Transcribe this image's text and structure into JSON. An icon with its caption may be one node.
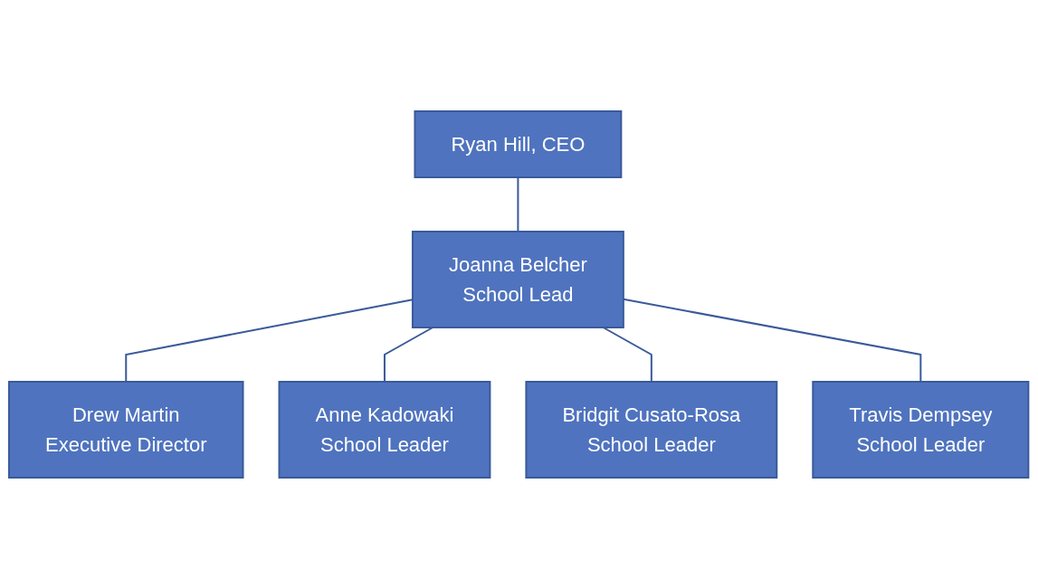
{
  "diagram": {
    "nodes": [
      {
        "text": [
          "Ryan Hill, CEO"
        ]
      },
      {
        "text": [
          "Joanna Belcher",
          "School Lead"
        ]
      },
      {
        "text": [
          "Drew Martin",
          "Executive Director"
        ]
      },
      {
        "text": [
          "Anne Kadowaki",
          "School Leader"
        ]
      },
      {
        "text": [
          "Bridgit Cusato-Rosa",
          "School Leader"
        ]
      },
      {
        "text": [
          "Travis Dempsey",
          "School Leader"
        ]
      }
    ],
    "edges": [
      {
        "from": 0,
        "to": 1,
        "arrow": "none"
      },
      {
        "from": 1,
        "to": 2,
        "arrow": "none"
      },
      {
        "from": 1,
        "to": 3,
        "arrow": "none"
      },
      {
        "from": 1,
        "to": 4,
        "arrow": "none"
      },
      {
        "from": 1,
        "to": 5,
        "arrow": "none"
      }
    ]
  }
}
